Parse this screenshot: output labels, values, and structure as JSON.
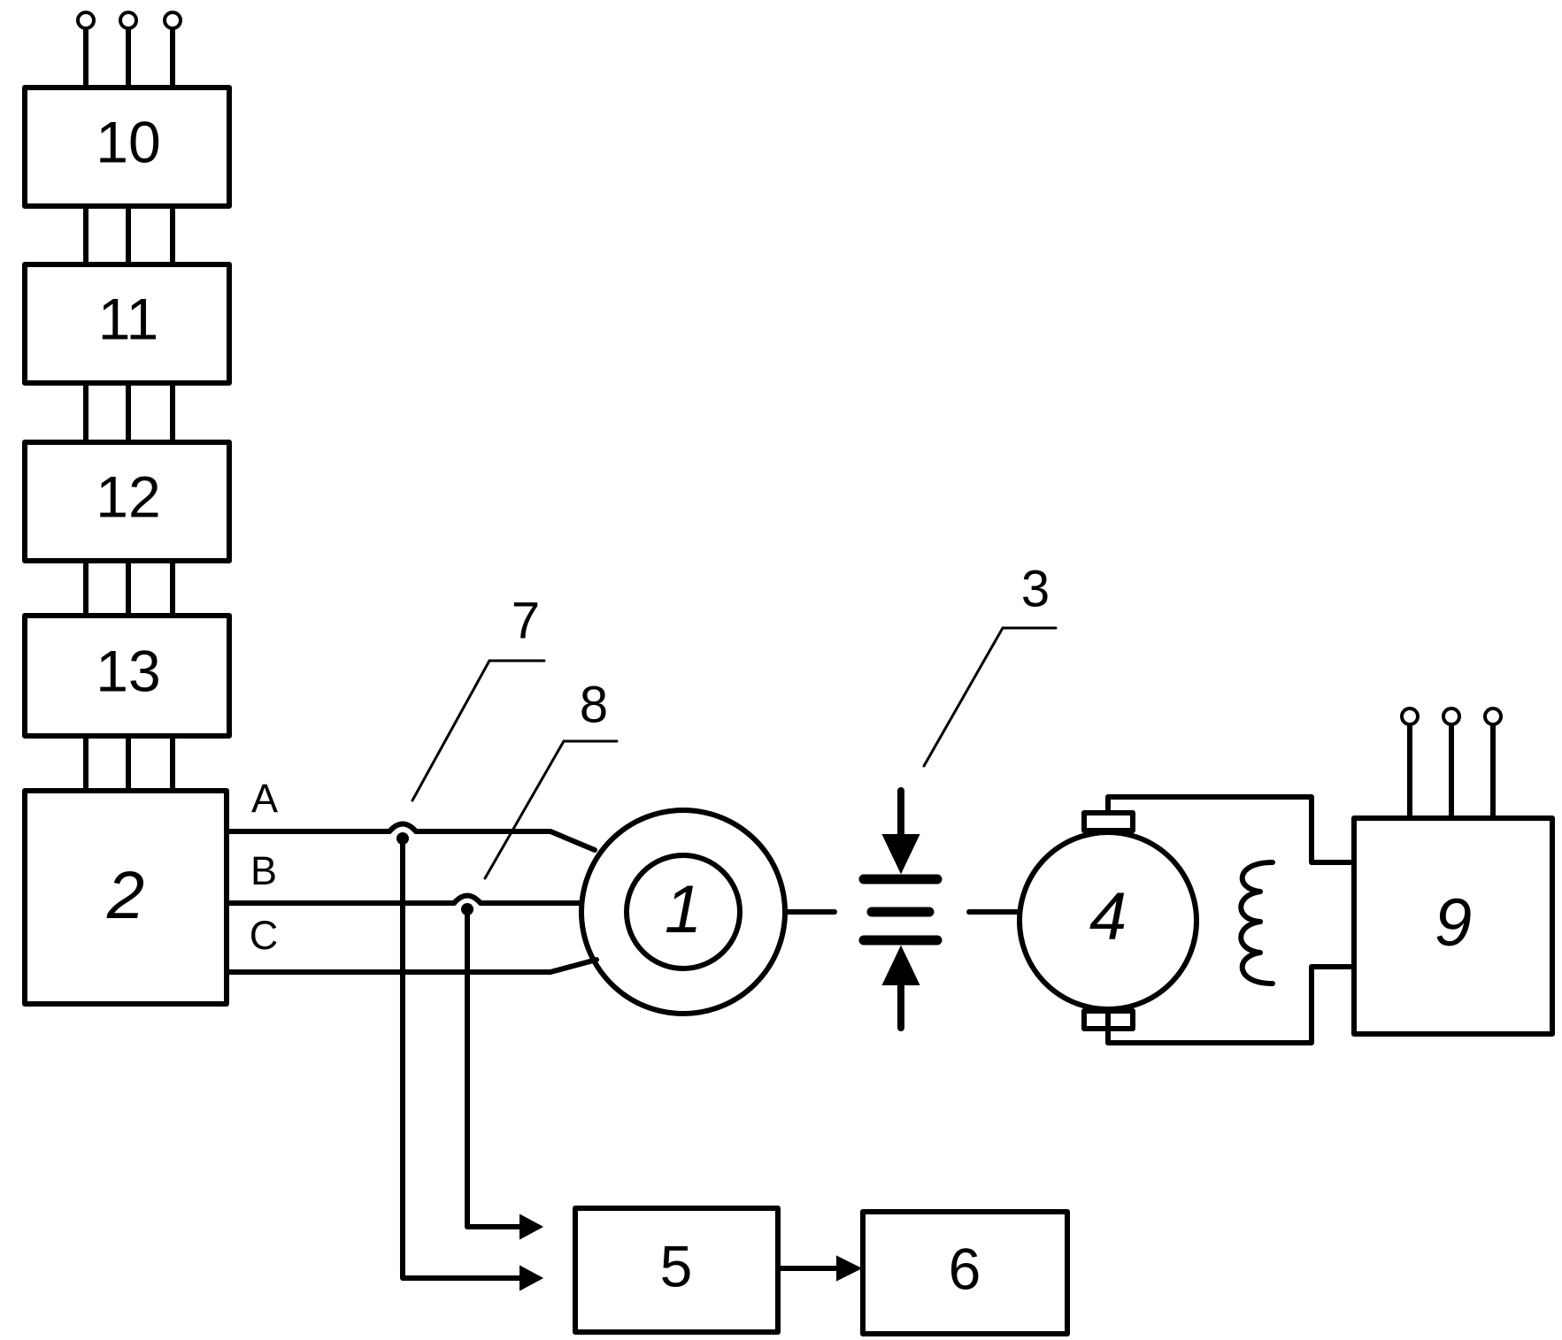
{
  "blocks": {
    "b10": "10",
    "b11": "11",
    "b12": "12",
    "b13": "13",
    "b2": "2",
    "b1": "1",
    "b4": "4",
    "b9": "9",
    "b5": "5",
    "b6": "6"
  },
  "phases": {
    "a": "A",
    "b": "B",
    "c": "C"
  },
  "references": {
    "r3": "3",
    "r7": "7",
    "r8": "8"
  }
}
